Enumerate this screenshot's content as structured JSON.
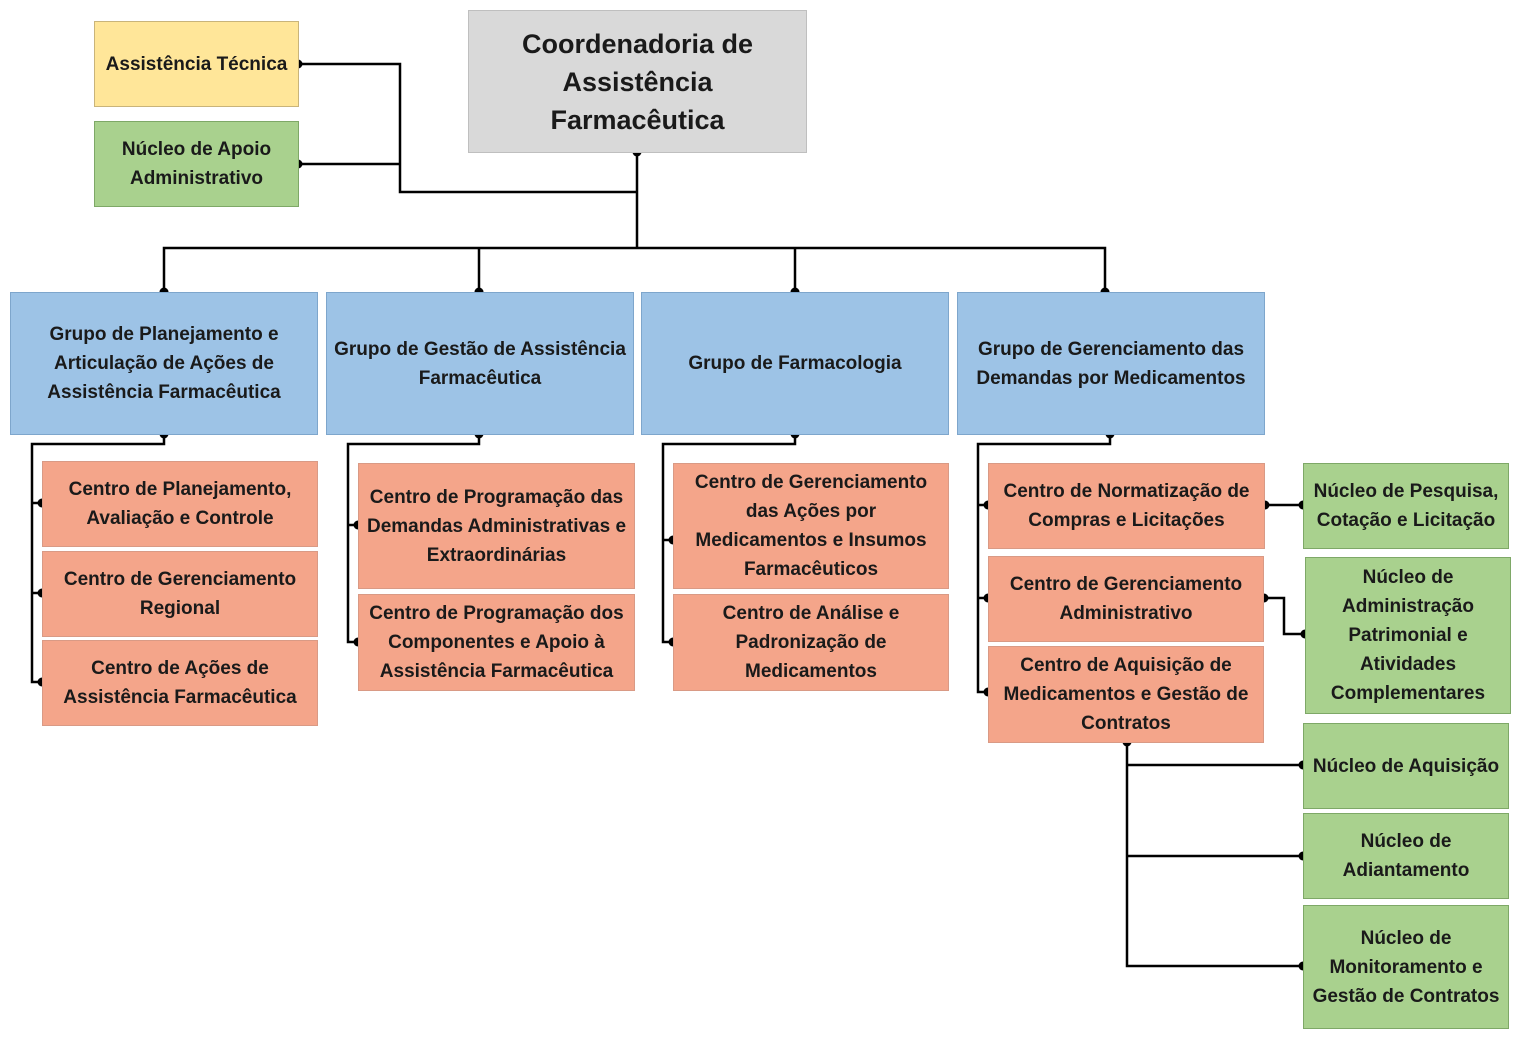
{
  "colors": {
    "top": "#d9d9d9",
    "assist": "#ffe699",
    "nucleus": "#a9d18e",
    "group": "#9dc3e6",
    "center": "#f4a58a",
    "line": "#000000"
  },
  "nodes": {
    "coordenadoria": "Coordenadoria de Assistência Farmacêutica",
    "assistencia_tecnica": "Assistência Técnica",
    "nucleo_apoio": "Núcleo de Apoio Administrativo",
    "grupo_planejamento": "Grupo de Planejamento e Articulação de Ações de Assistência Farmacêutica",
    "grupo_gestao": "Grupo de Gestão de Assistência Farmacêutica",
    "grupo_farmacologia": "Grupo de Farmacologia",
    "grupo_gerenciamento": "Grupo de Gerenciamento das Demandas por Medicamentos",
    "centro_planejamento": "Centro de Planejamento, Avaliação e Controle",
    "centro_regional": "Centro de Gerenciamento Regional",
    "centro_acoes": "Centro de Ações de Assistência Farmacêutica",
    "centro_prog_demandas": "Centro de Programação das Demandas Administrativas e Extraordinárias",
    "centro_prog_componentes": "Centro de Programação dos Componentes e Apoio à Assistência Farmacêutica",
    "centro_acoes_medicamentos": "Centro de Gerenciamento das Ações por Medicamentos e Insumos Farmacêuticos",
    "centro_analise": "Centro de Análise e Padronização de Medicamentos",
    "centro_normatizacao": "Centro de Normatização de Compras e Licitações",
    "centro_administrativo": "Centro de Gerenciamento Administrativo",
    "centro_aquisicao": "Centro de Aquisição de Medicamentos e Gestão de Contratos",
    "nucleo_pesquisa": "Núcleo de Pesquisa, Cotação e Licitação",
    "nucleo_patrimonial": "Núcleo de Administração Patrimonial e Atividades Complementares",
    "nucleo_aquisicao": "Núcleo de Aquisição",
    "nucleo_adiantamento": "Núcleo de Adiantamento",
    "nucleo_monitoramento": "Núcleo de Monitoramento e Gestão de Contratos"
  }
}
